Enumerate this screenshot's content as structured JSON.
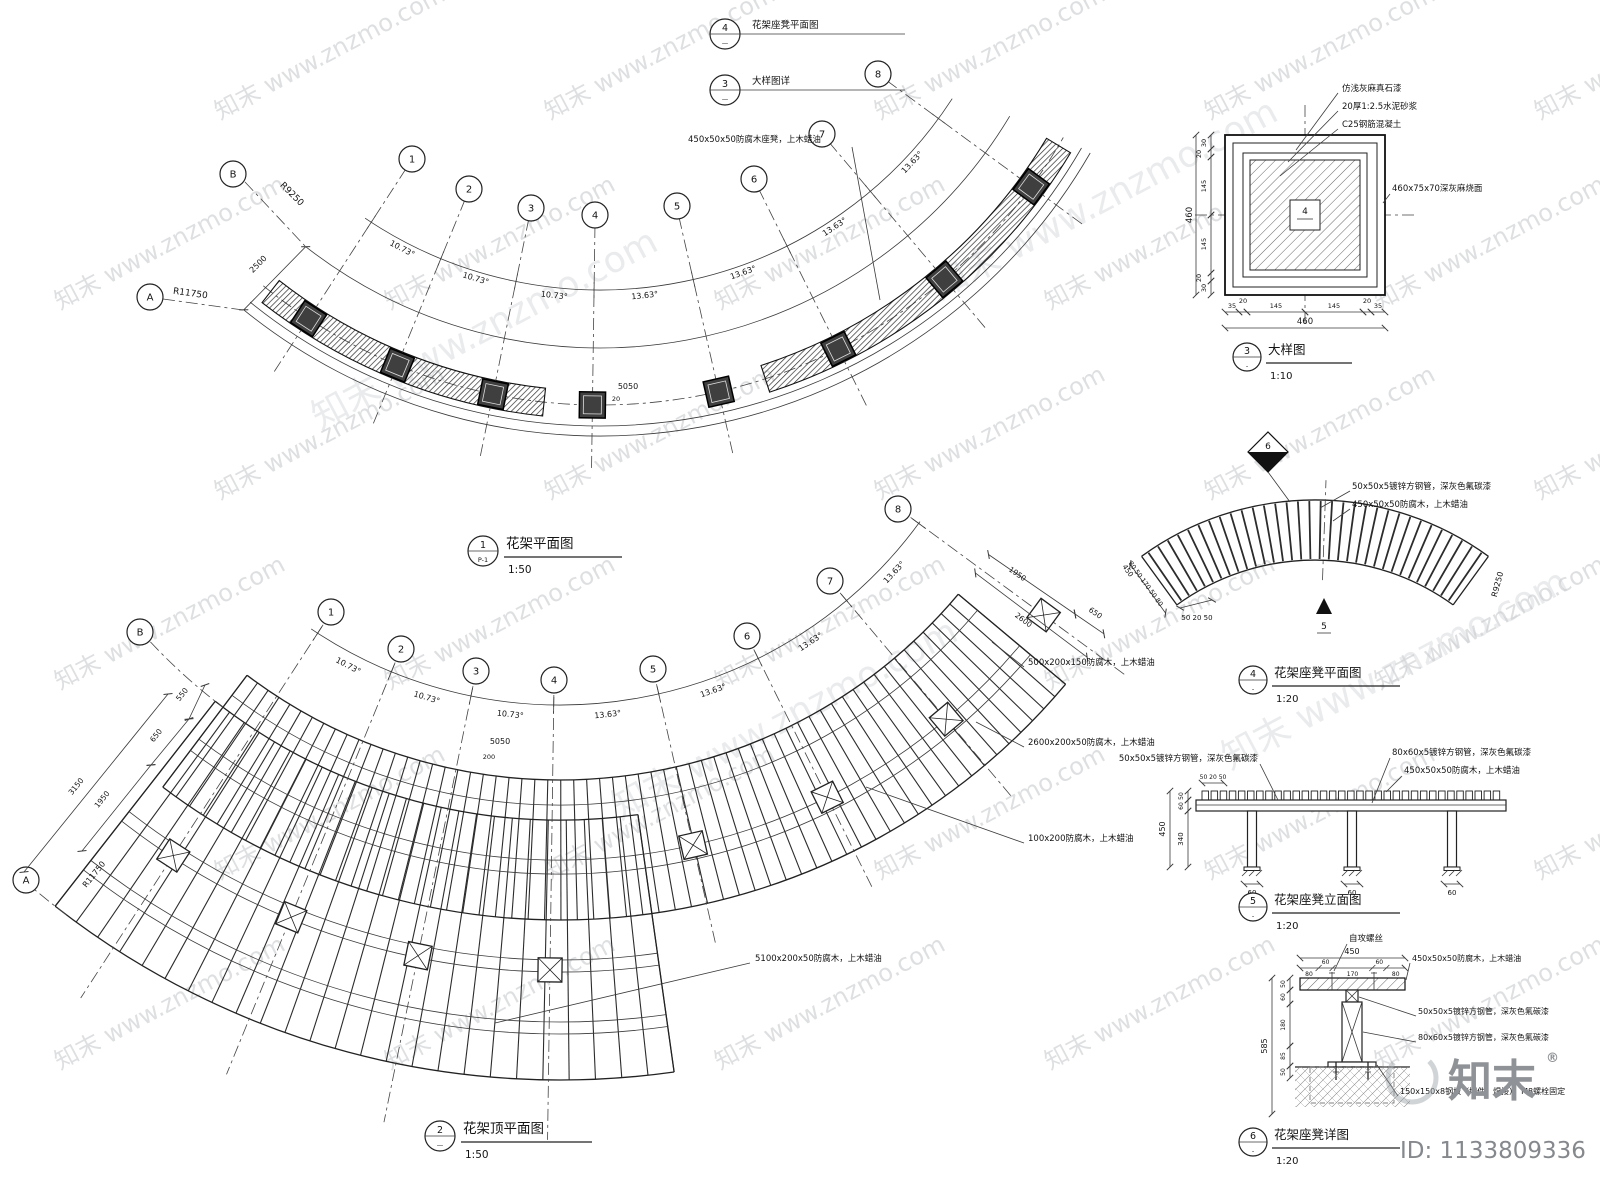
{
  "watermark": {
    "text": "知末 www.znzmo.com",
    "brand": "知末",
    "brand_mark": "®",
    "id_label": "ID: 1133809336"
  },
  "callouts": {
    "c4": {
      "num": "4",
      "sub": "—",
      "label": "花架座凳平面图"
    },
    "c3": {
      "num": "3",
      "sub": "—",
      "label": "大样图详"
    }
  },
  "grids": {
    "n1": "1",
    "n2": "2",
    "n3": "3",
    "n4": "4",
    "n5": "5",
    "n6": "6",
    "n7": "7",
    "n8": "8",
    "la": "A",
    "lb": "B",
    "angle_small": "10.73°",
    "angle_large": "13.63°"
  },
  "plan": {
    "title": {
      "num": "1",
      "sub": "P-1",
      "label": "花架平面图",
      "scale": "1:50"
    },
    "r_inner": "R9250",
    "r_outer": "R11750",
    "d2500": "2500",
    "d5050": "5050",
    "d20": "20",
    "bench_label": "450x50x50防腐木座凳，上木蜡油"
  },
  "roof": {
    "title": {
      "num": "2",
      "sub": "—",
      "label": "花架顶平面图",
      "scale": "1:50"
    },
    "d2600": "2600",
    "d1950": "1950",
    "d650": "650",
    "d3150": "3150",
    "d1950L": "1950",
    "d650L": "650",
    "d550": "550",
    "d5050": "5050",
    "d200": "200",
    "r_outer": "R11750",
    "label_500": "500x200x150防腐木，上木蜡油",
    "label_2600": "2600x200x50防腐木，上木蜡油",
    "label_100": "100x200防腐木，上木蜡油",
    "label_5100": "5100x200x50防腐木，上木蜡油"
  },
  "det3": {
    "title": {
      "num": "3",
      "sub": "-",
      "label": "大样图",
      "scale": "1:10"
    },
    "l1": "仿浅灰麻真石漆",
    "l2": "20厚1:2.5水泥砂浆",
    "l3": "C25钢筋混凝土",
    "l4": "460x75x70深灰麻烧面",
    "marker": "4",
    "b1": "35",
    "b2": "20",
    "b3": "145",
    "b4": "145",
    "b5": "20",
    "b6": "35",
    "total": "460",
    "s1": "30",
    "s2": "20",
    "s3": "145",
    "s4": "145",
    "s5": "20",
    "s6": "30",
    "total_left": "460"
  },
  "det4": {
    "title": {
      "num": "4",
      "sub": "-",
      "label": "花架座凳平面图",
      "scale": "1:20"
    },
    "marker6": "6",
    "marker5": "5",
    "label_tube": "50x50x5镀锌方钢管，深灰色氟碳漆",
    "label_wood": "450x50x50防腐木，上木蜡油",
    "d502050": "50 20 50",
    "end_chain": "80 50 170 50 80",
    "d450": "450",
    "radius": "R9250"
  },
  "det5": {
    "title": {
      "num": "5",
      "sub": "-",
      "label": "花架座凳立面图",
      "scale": "1:20"
    },
    "label_tube50": "50x50x5镀锌方钢管，深灰色氟碳漆",
    "label_tube80": "80x60x5镀锌方钢管，深灰色氟碳漆",
    "label_wood": "450x50x50防腐木，上木蜡油",
    "d502050": "50 20 50",
    "d450": "450",
    "d340": "340",
    "d50": "50",
    "d60": "60",
    "d60b": "60"
  },
  "det6": {
    "title": {
      "num": "6",
      "sub": "-",
      "label": "花架座凳详图",
      "scale": "1:20"
    },
    "label_screw": "自攻螺丝",
    "label_wood": "450x50x50防腐木，上木蜡油",
    "label_tube50": "50x50x5镀锌方钢管，深灰色氟碳漆",
    "label_tube80": "80x60x5镀锌方钢管，深灰色氟碳漆",
    "label_plate": "150x150x8钢板（埋件，焊接），M8螺栓固定",
    "d450": "450",
    "c80": "80",
    "c60": "60",
    "c170": "170",
    "c60b": "60",
    "c80b": "80",
    "v50": "50",
    "v60": "60",
    "v180": "180",
    "v85": "85",
    "v50b": "50",
    "v585": "585"
  }
}
